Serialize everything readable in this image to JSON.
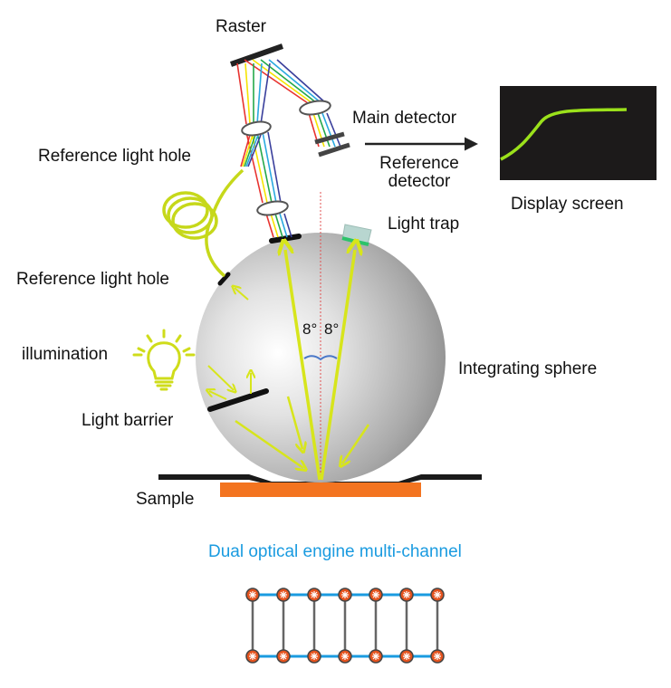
{
  "labels": {
    "raster": "Raster",
    "main_detector": "Main detector",
    "reference_detector_line1": "Reference",
    "reference_detector_line2": "detector",
    "display_screen": "Display screen",
    "reference_light_hole_top": "Reference light hole",
    "reference_light_hole_side": "Reference light hole",
    "light_trap": "Light trap",
    "illumination": "illumination",
    "integrating_sphere": "Integrating sphere",
    "light_barrier": "Light barrier",
    "sample": "Sample",
    "angle_left": "8°",
    "angle_right": "8°"
  },
  "caption": "Dual optical engine multi-channel",
  "channels": {
    "count": 7,
    "rows": 2
  },
  "colors": {
    "beam_yellow": "#d7e51c",
    "fiber": "#c6d81a",
    "sample": "#f37420",
    "caption_blue": "#1a9be0",
    "channel_link": "#1a9be0",
    "channel_node": "#e5531e",
    "screen_bg": "#1c1a1a",
    "screen_curve": "#9be11b",
    "light_trap": "#b8d6d0",
    "light_trap_edge": "#2cc36a",
    "spectrum": [
      "#e8332f",
      "#f5e400",
      "#24a84a",
      "#2aa9e0",
      "#3a3f9c"
    ]
  }
}
